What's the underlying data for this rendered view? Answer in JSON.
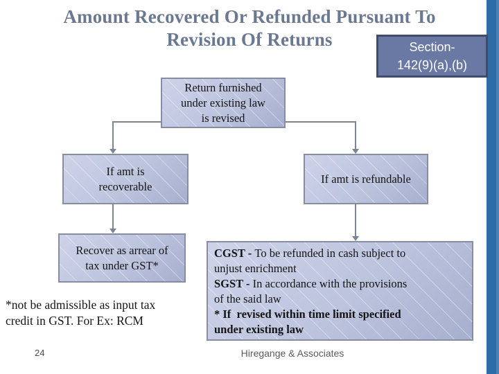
{
  "slide": {
    "title_line1": "Amount Recovered Or Refunded Pursuant To",
    "title_line2": "Revision Of Returns",
    "section_badge": {
      "line1": "Section-",
      "line2": "142(9)(a),(b)"
    },
    "footer": {
      "page_number": "24",
      "company": "Hiregange & Associates"
    }
  },
  "flowchart": {
    "root_box": "Return furnished under existing law is revised",
    "recoverable_box": "If amt is recoverable",
    "refundable_box": "If amt is refundable",
    "recover_box": "Recover as arrear of tax under GST*",
    "refund_box_lines": [
      {
        "bold": "CGST - ",
        "text": "To be refunded in cash subject to"
      },
      {
        "bold": "",
        "text": "unjust enrichment"
      },
      {
        "bold": "SGST - ",
        "text": "In accordance with the provisions"
      },
      {
        "bold": "",
        "text": "of the said law"
      },
      {
        "bold": "* If  revised within time limit specified",
        "text": ""
      },
      {
        "bold": "under existing law",
        "text": ""
      }
    ],
    "footnote_line1": "*not be admissible as input tax",
    "footnote_line2": "credit in GST. For Ex: RCM"
  },
  "colors": {
    "title_text": "#6b7892",
    "badge_fill": "#6a79a3",
    "badge_border": "#3e4b6b",
    "box_fill_light": "#ced3e9",
    "box_fill_dark": "#a7afcf",
    "box_border": "#868da1",
    "connector": "#7d8595",
    "side_stripe": "#2f6ba4"
  }
}
